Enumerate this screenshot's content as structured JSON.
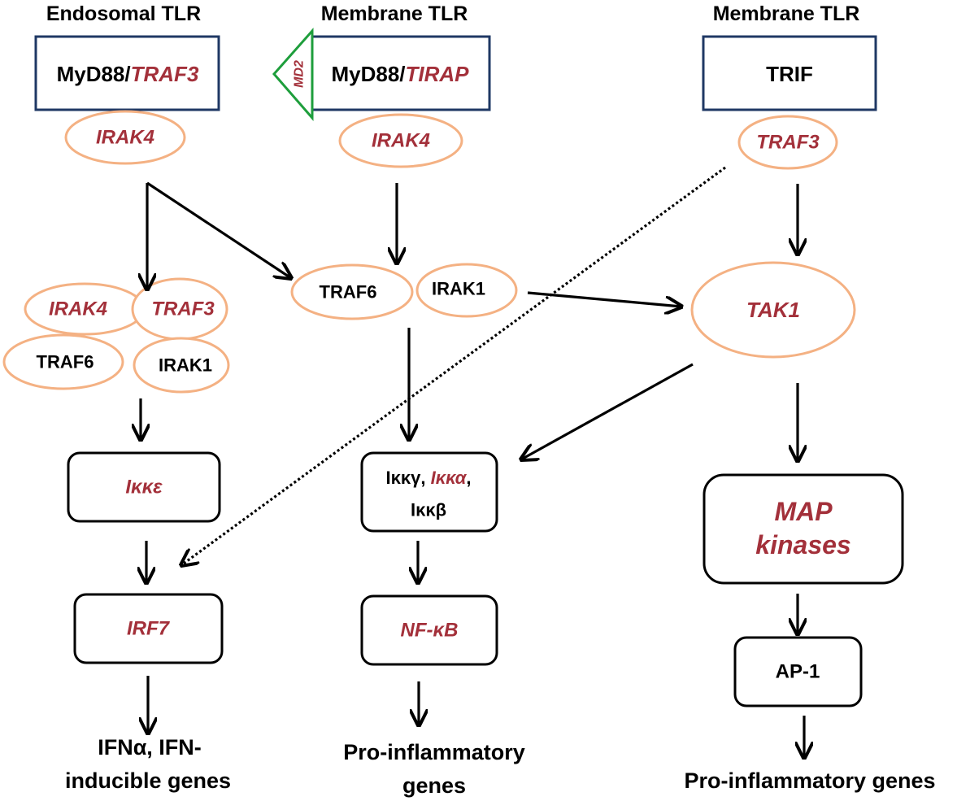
{
  "headers": {
    "endosomal": "Endosomal TLR",
    "membrane_left": "Membrane TLR",
    "membrane_right": "Membrane TLR"
  },
  "adaptors": {
    "myd88_a": "MyD88/",
    "traf3": "TRAF3",
    "myd88_b": "MyD88/",
    "tirap": "TIRAP",
    "md2": "MD2",
    "trif": "TRIF"
  },
  "nodes": {
    "irak4_left": "IRAK4",
    "irak4_mid": "IRAK4",
    "traf3_right": "TRAF3",
    "cluster_irak4": "IRAK4",
    "cluster_traf3": "TRAF3",
    "cluster_traf6": "TRAF6",
    "cluster_irak1": "IRAK1",
    "traf6_mid": "TRAF6",
    "irak1_mid": "IRAK1",
    "tak1": "TAK1",
    "ikke": "Iκκε",
    "ikk_gamma": "Iκκγ,",
    "ikk_alpha": "Iκκα",
    "ikk_comma": ",",
    "ikk_beta": "Iκκβ",
    "map_line1": "MAP",
    "map_line2": "kinases",
    "irf7": "IRF7",
    "nfkb": "NF-κB",
    "ap1": "AP-1"
  },
  "outputs": {
    "ifn_line1": "IFNα, IFN-",
    "ifn_line2": "inducible genes",
    "proinf_mid_line1": "Pro-inflammatory",
    "proinf_mid_line2": "genes",
    "proinf_right": "Pro-inflammatory genes"
  },
  "colors": {
    "italic_label": "#a3303a",
    "ellipse_stroke": "#f4b183",
    "adaptor_box_stroke": "#1f3864",
    "md2_stroke": "#1e9e3c"
  }
}
